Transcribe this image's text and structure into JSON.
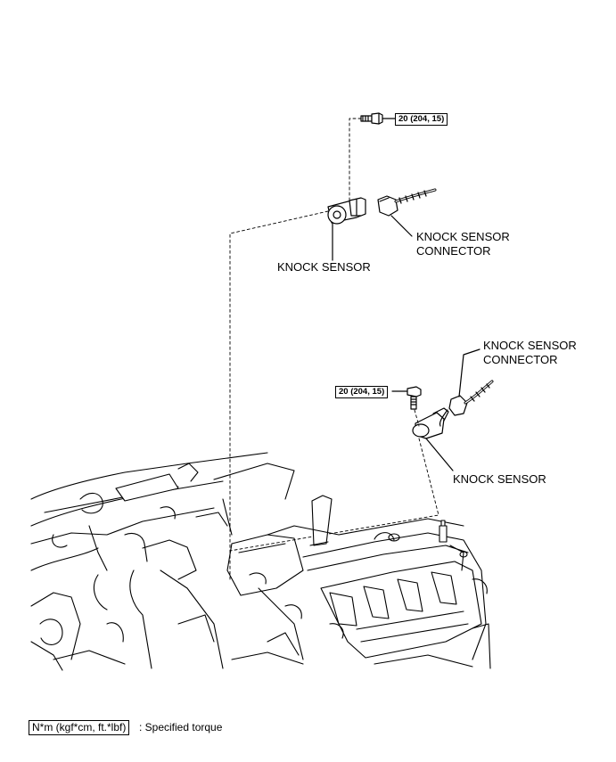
{
  "labels": {
    "upper_sensor": "KNOCK SENSOR",
    "upper_connector_line1": "KNOCK SENSOR",
    "upper_connector_line2": "CONNECTOR",
    "lower_connector_line1": "KNOCK SENSOR",
    "lower_connector_line2": "CONNECTOR",
    "lower_sensor": "KNOCK SENSOR"
  },
  "torque": {
    "upper": "20 (204, 15)",
    "lower": "20 (204, 15)"
  },
  "legend": {
    "box": "N*m (kgf*cm, ft.*lbf)",
    "text": ": Specified torque"
  }
}
